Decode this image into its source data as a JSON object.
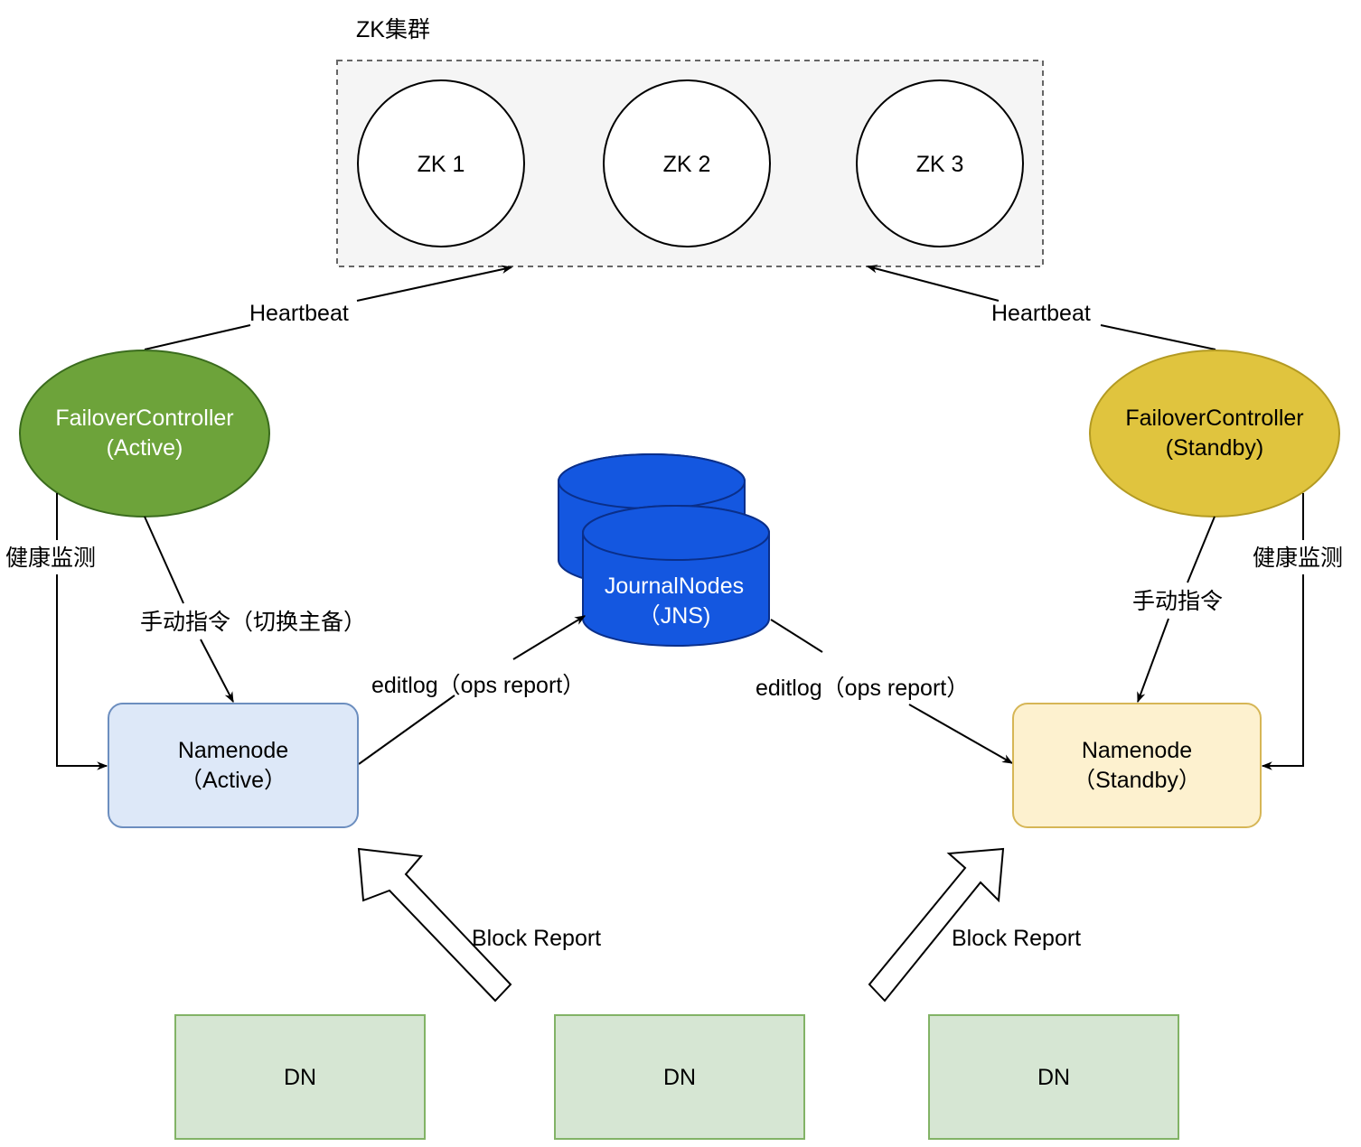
{
  "zk_cluster": {
    "title": "ZK集群",
    "nodes": [
      "ZK 1",
      "ZK 2",
      "ZK 3"
    ]
  },
  "failover_active": {
    "line1": "FailoverController",
    "line2": "(Active)",
    "color": "#6da33a"
  },
  "failover_standby": {
    "line1": "FailoverController",
    "line2": "(Standby)",
    "color": "#e0c43e"
  },
  "journal_nodes": {
    "line1": "JournalNodes",
    "line2": "（JNS)",
    "color": "#1457e0"
  },
  "namenode_active": {
    "line1": "Namenode",
    "line2": "（Active）",
    "fill": "#dde8f8",
    "stroke": "#6c8ebf"
  },
  "namenode_standby": {
    "line1": "Namenode",
    "line2": "（Standby）",
    "fill": "#fdf1cf",
    "stroke": "#d6b656"
  },
  "datanodes": {
    "labels": [
      "DN",
      "DN",
      "DN"
    ],
    "fill": "#d6e6d3",
    "stroke": "#82b366"
  },
  "edges": {
    "heartbeat_left": "Heartbeat",
    "heartbeat_right": "Heartbeat",
    "health_left": "健康监测",
    "health_right": "健康监测",
    "manual_left": "手动指令（切换主备）",
    "manual_right": "手动指令",
    "editlog_left": "editlog（ops report）",
    "editlog_right": "editlog（ops report）",
    "block_report_left": "Block Report",
    "block_report_right": "Block Report"
  }
}
